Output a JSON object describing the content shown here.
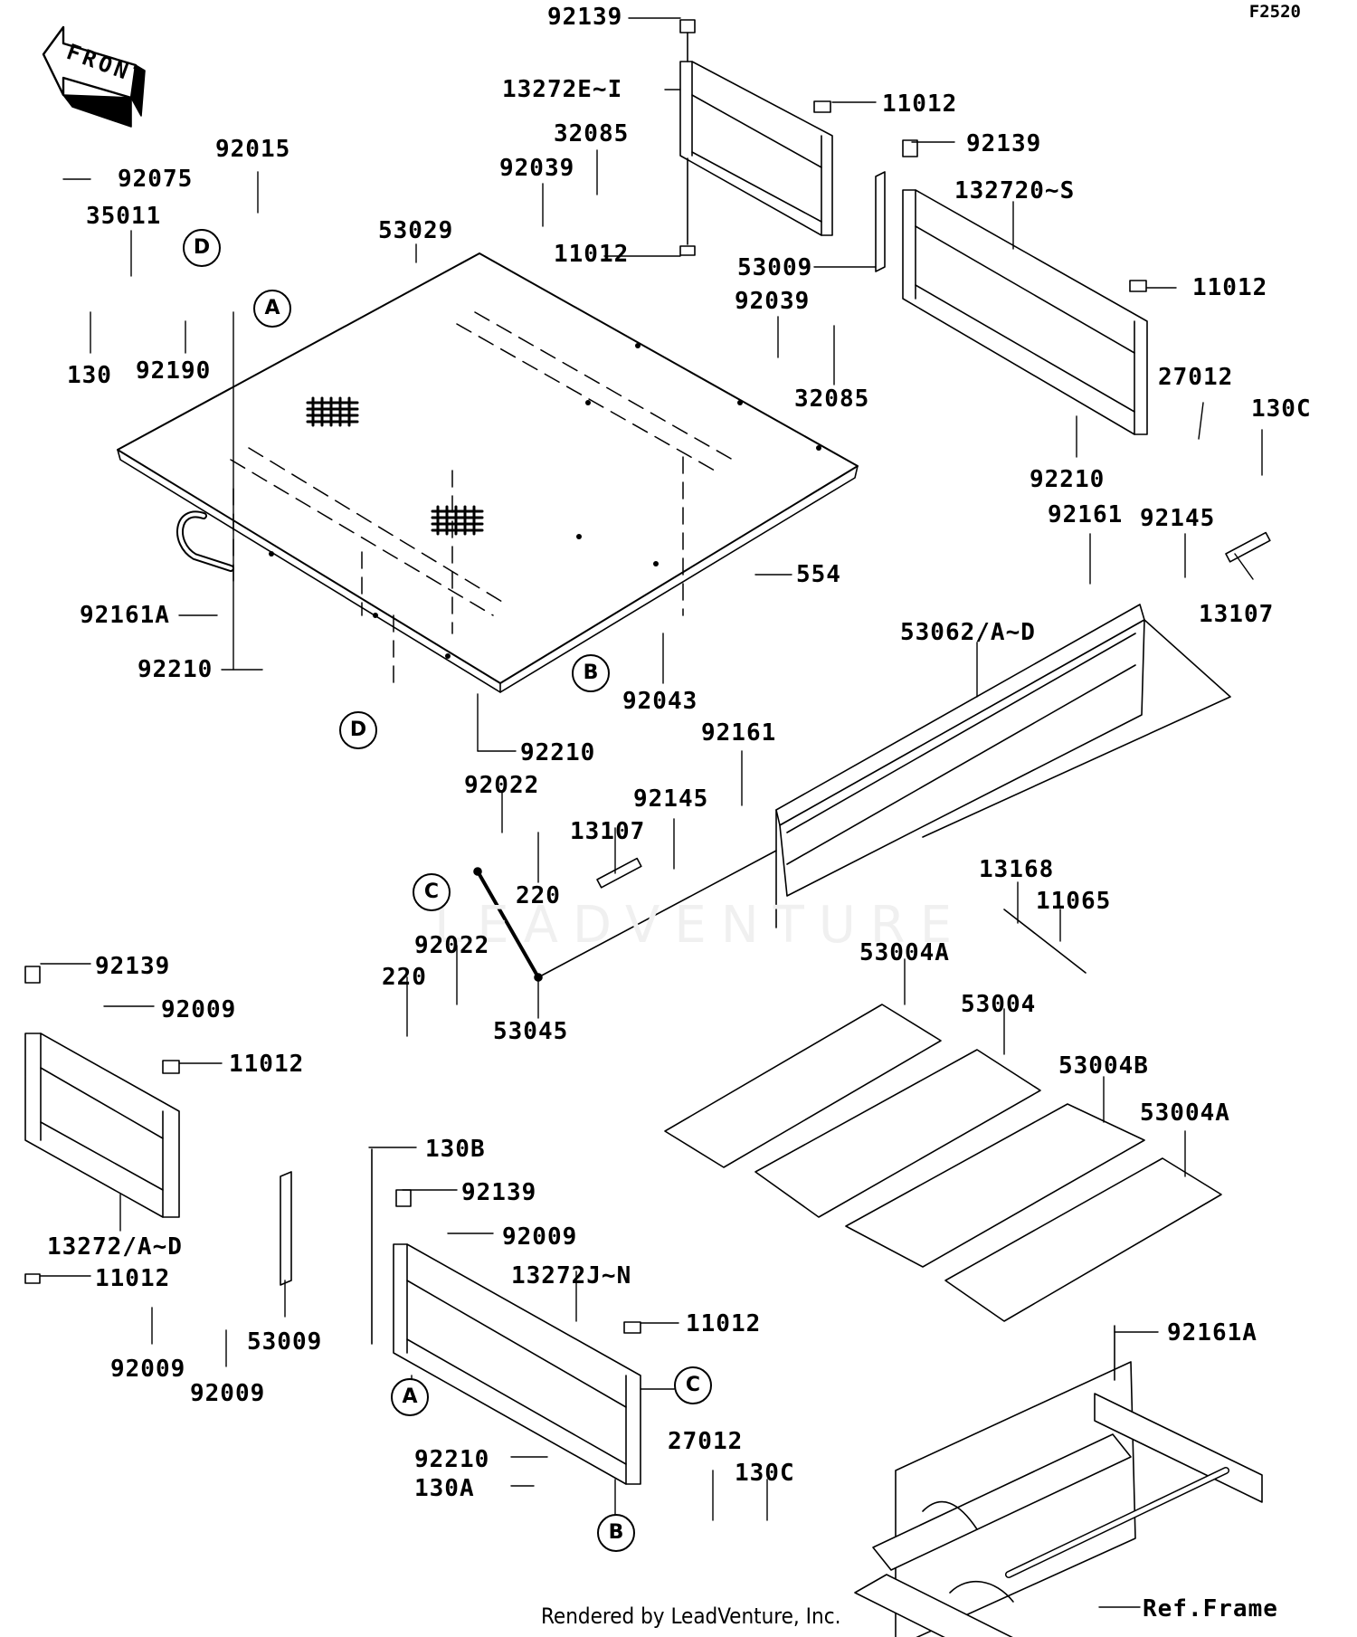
{
  "figure_code": "F2520",
  "front_arrow_label": "FRONT",
  "watermark": "LEADVENTURE",
  "render_credit": "Rendered by LeadVenture, Inc.",
  "reference_circles": [
    "A",
    "B",
    "C",
    "D"
  ],
  "part_labels": {
    "p92139_top": "92139",
    "p13272E_I": "13272E~I",
    "p11012_a": "11012",
    "p92139_b": "92139",
    "p32085_a": "32085",
    "p92039_a": "92039",
    "p132720_S": "132720~S",
    "p11012_b": "11012",
    "p53009_a": "53009",
    "p11012_c": "11012",
    "p92039_b": "92039",
    "p27012_a": "27012",
    "p32085_b": "32085",
    "p130C_a": "130C",
    "p92210_a": "92210",
    "p92015": "92015",
    "p92075": "92075",
    "p35011": "35011",
    "p53029": "53029",
    "p130": "130",
    "p92190": "92190",
    "p92161_a": "92161",
    "p92145_a": "92145",
    "p13107_a": "13107",
    "p554": "554",
    "p53062": "53062/A~D",
    "p92161A_a": "92161A",
    "p92210_b": "92210",
    "p92043": "92043",
    "p92210_c": "92210",
    "p92161_b": "92161",
    "p92022_a": "92022",
    "p92145_b": "92145",
    "p13107_b": "13107",
    "p220_a": "220",
    "p13168": "13168",
    "p11065": "11065",
    "p92022_b": "92022",
    "p220_b": "220",
    "p53045": "53045",
    "p53004A_a": "53004A",
    "p53004": "53004",
    "p53004B": "53004B",
    "p53004A_b": "53004A",
    "p92139_c": "92139",
    "p92009_a": "92009",
    "p11012_d": "11012",
    "p130B": "130B",
    "p92139_d": "92139",
    "p92009_b": "92009",
    "p13272_A_D": "13272/A~D",
    "p13272J_N": "13272J~N",
    "p11012_e": "11012",
    "p11012_f": "11012",
    "p53009_b": "53009",
    "p92009_c": "92009",
    "p92009_d": "92009",
    "p92161A_b": "92161A",
    "p27012_b": "27012",
    "p130C_b": "130C",
    "p92210_d": "92210",
    "p130A": "130A",
    "p_ref_frame": "Ref.Frame"
  }
}
